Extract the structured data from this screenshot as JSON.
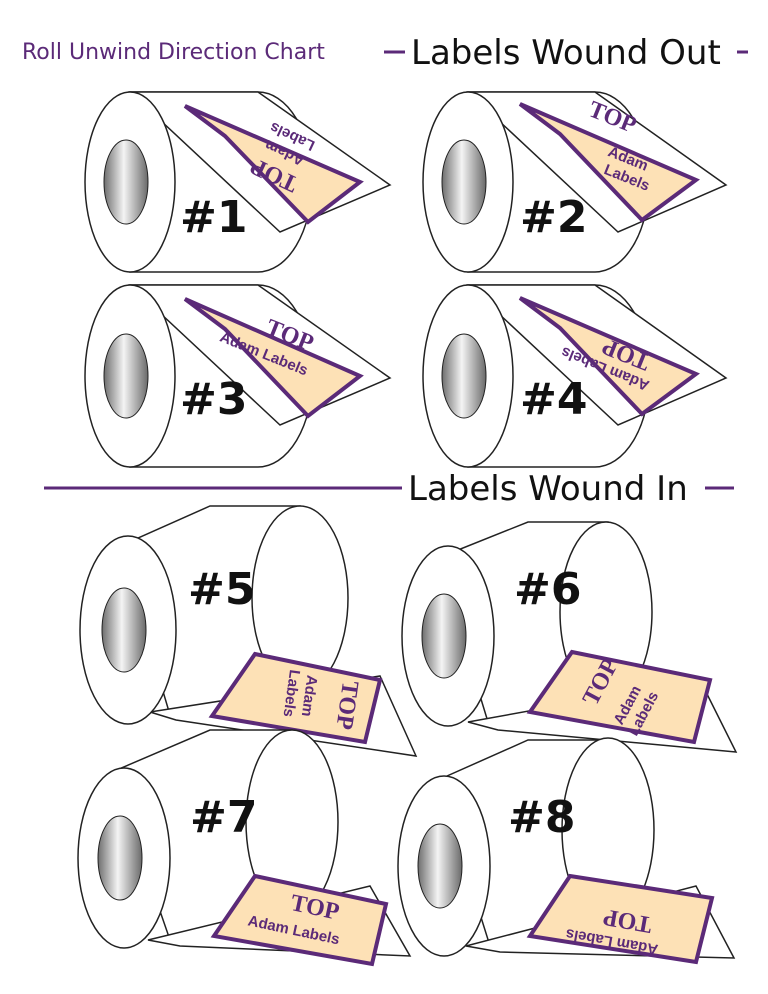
{
  "header": {
    "title": "Roll Unwind Direction Chart",
    "section_out": "Labels Wound Out",
    "section_in": "Labels Wound In"
  },
  "colors": {
    "accent": "#5b2a78",
    "label_fill": "#fde1b6",
    "outline": "#222222"
  },
  "rolls": [
    {
      "number": "#1",
      "top": "TOP",
      "line1": "Adam",
      "line2": "Labels",
      "wound": "out"
    },
    {
      "number": "#2",
      "top": "TOP",
      "line1": "Adam",
      "line2": "Labels",
      "wound": "out"
    },
    {
      "number": "#3",
      "top": "TOP",
      "line1": "Adam Labels",
      "line2": "",
      "wound": "out"
    },
    {
      "number": "#4",
      "top": "TOP",
      "line1": "Adam Labels",
      "line2": "",
      "wound": "out"
    },
    {
      "number": "#5",
      "top": "TOP",
      "line1": "Adam",
      "line2": "Labels",
      "wound": "in"
    },
    {
      "number": "#6",
      "top": "TOP",
      "line1": "Adam",
      "line2": "Labels",
      "wound": "in"
    },
    {
      "number": "#7",
      "top": "TOP",
      "line1": "Adam Labels",
      "line2": "",
      "wound": "in"
    },
    {
      "number": "#8",
      "top": "TOP",
      "line1": "Adam Labels",
      "line2": "",
      "wound": "in"
    }
  ]
}
